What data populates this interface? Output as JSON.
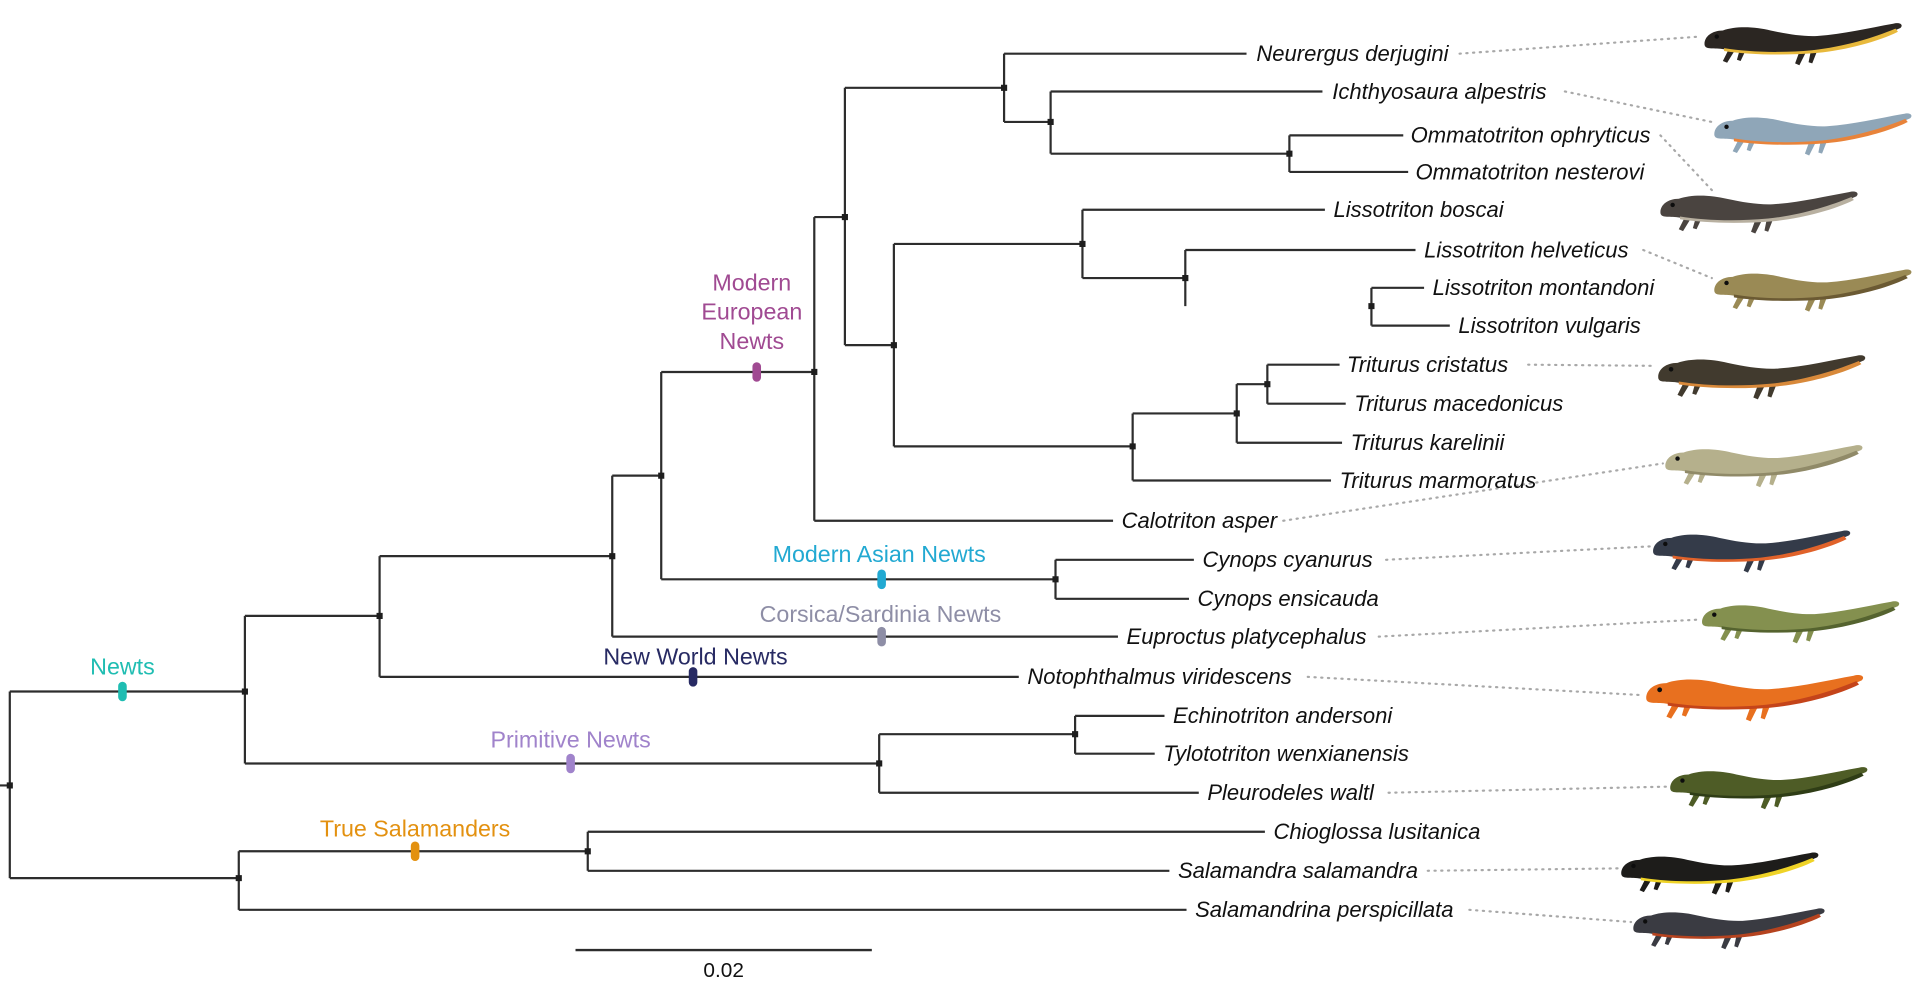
{
  "clades": [
    {
      "name": "Newts",
      "color": "#1fbdb2"
    },
    {
      "name": "Modern European Newts",
      "color": "#a04a92",
      "lines": [
        "Modern",
        "European",
        "Newts"
      ]
    },
    {
      "name": "Modern Asian Newts",
      "color": "#22a9d2"
    },
    {
      "name": "Corsica/Sardinia Newts",
      "color": "#8e8ea6"
    },
    {
      "name": "New World Newts",
      "color": "#272a63"
    },
    {
      "name": "Primitive Newts",
      "color": "#a083cb"
    },
    {
      "name": "True Salamanders",
      "color": "#e39110"
    }
  ],
  "species": [
    "Neurergus derjugini",
    "Ichthyosaura alpestris",
    "Ommatotriton ophryticus",
    "Ommatotriton nesterovi",
    "Lissotriton boscai",
    "Lissotriton helveticus",
    "Lissotriton montandoni",
    "Lissotriton vulgaris",
    "Triturus cristatus",
    "Triturus macedonicus",
    "Triturus karelinii",
    "Triturus marmoratus",
    "Calotriton asper",
    "Cynops cyanurus",
    "Cynops ensicauda",
    "Euproctus platycephalus",
    "Notophthalmus viridescens",
    "Echinotriton andersoni",
    "Tylototriton wenxianensis",
    "Pleurodeles waltl",
    "Chioglossa lusitanica",
    "Salamandra salamandra",
    "Salamandrina perspicillata"
  ],
  "scale_bar": {
    "label": "0.02"
  },
  "tree": {
    "branch_color": "#2d2d2d"
  },
  "illustrations": [
    {
      "name": "neurergus-derjugini-illustration",
      "color": "#2b2622",
      "accent": "#e8b93c"
    },
    {
      "name": "ichthyosaura-alpestris-illustration",
      "color": "#8fa6b8",
      "accent": "#e8833a"
    },
    {
      "name": "ommatotriton-illustration",
      "color": "#4a4440",
      "accent": "#b8b0a0"
    },
    {
      "name": "lissotriton-helveticus-illustration",
      "color": "#9a8a55",
      "accent": "#6b5a33"
    },
    {
      "name": "triturus-cristatus-illustration",
      "color": "#413a2e",
      "accent": "#d8893a"
    },
    {
      "name": "calotriton-asper-illustration",
      "color": "#b5b08c",
      "accent": "#908a68"
    },
    {
      "name": "cynops-cyanurus-illustration",
      "color": "#343b49",
      "accent": "#e0622a"
    },
    {
      "name": "euproctus-platycephalus-illustration",
      "color": "#84904f",
      "accent": "#55632f"
    },
    {
      "name": "notophthalmus-viridescens-illustration",
      "color": "#e8701f",
      "accent": "#c4441a"
    },
    {
      "name": "pleurodeles-waltl-illustration",
      "color": "#4e5c26",
      "accent": "#2f3d16"
    },
    {
      "name": "salamandra-salamandra-illustration",
      "color": "#1d1c1a",
      "accent": "#efd327"
    },
    {
      "name": "salamandrina-perspicillata-illustration",
      "color": "#3a3b42",
      "accent": "#b5431f"
    }
  ]
}
